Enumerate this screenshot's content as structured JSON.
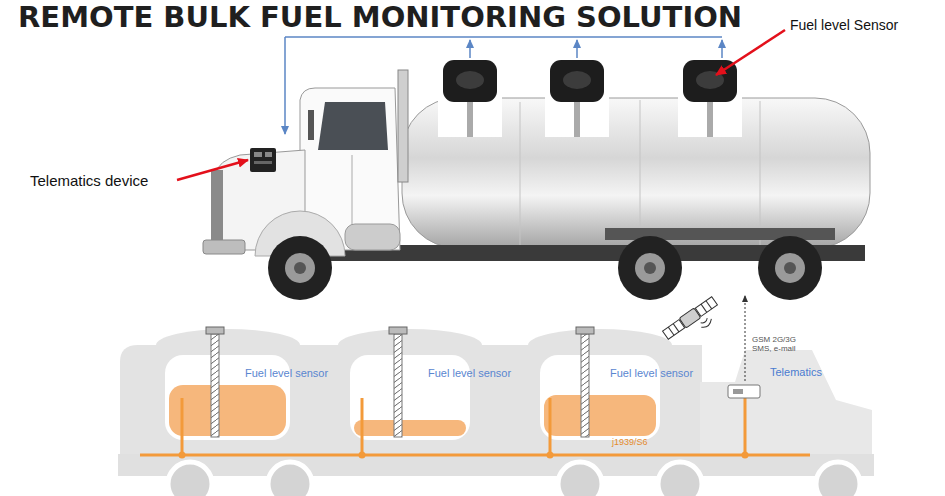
{
  "diagram": {
    "title": "REMOTE BULK FUEL MONITORING SOLUTION",
    "labels": [
      "Fuel level Sensor",
      "Telematics device",
      "GSM 2G/3G SMS, e-mail",
      "Fuel level sensor",
      "Fuel level sensor",
      "Fuel level sensor",
      "Telematics",
      "j1939/S6"
    ]
  }
}
